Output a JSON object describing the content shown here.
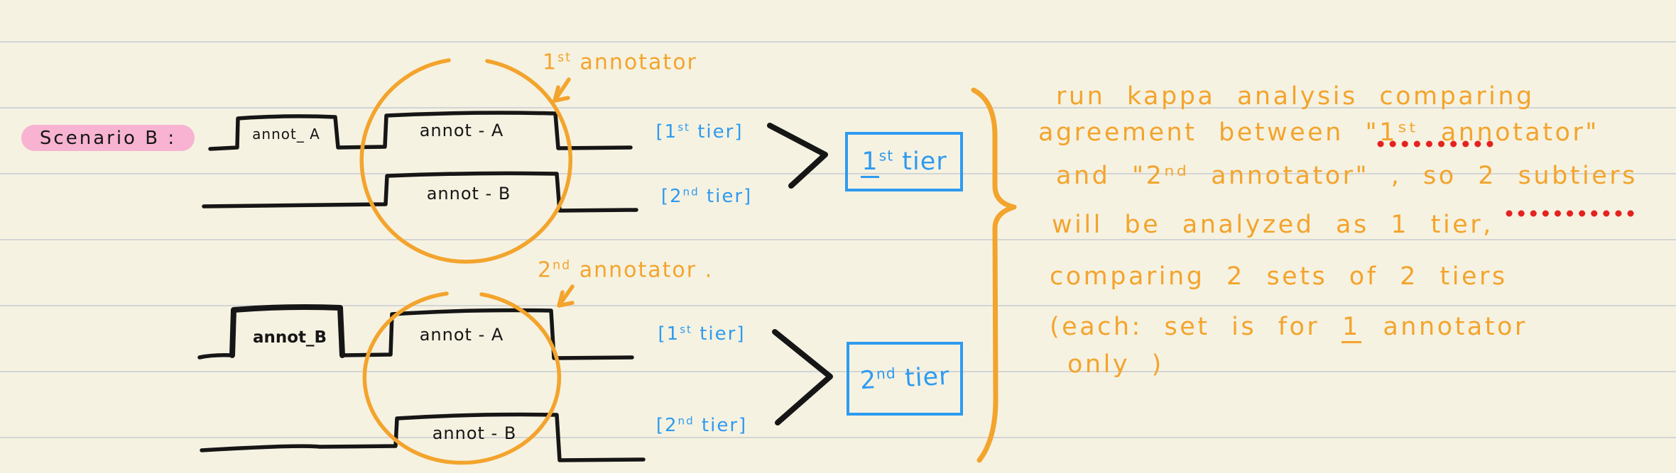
{
  "colors": {
    "background": "#f6f2e1",
    "rule_line": "#cdd0d3",
    "ink": "#161616",
    "orange": "#f3a42d",
    "blue": "#2e9bf0",
    "pink_highlight": "#f7b3d1",
    "red_dots": "#e42320"
  },
  "scenario": {
    "label": "Scenario B :"
  },
  "diagram": {
    "annotator_notes": [
      {
        "num": "1",
        "sup": "st",
        "word": " annotator"
      },
      {
        "num": "2",
        "sup": "nd",
        "word": " annotator ."
      }
    ],
    "pulse_labels": {
      "g1r1p1": "annot_ A",
      "g1r1p2": "annot - A",
      "g1r2": "annot - B",
      "g2r1p1": "annot_B",
      "g2r1p2": "annot - A",
      "g2r2": "annot - B"
    },
    "tier_tags": [
      {
        "pre": "[1",
        "sup": "st",
        "post": " tier]"
      },
      {
        "pre": "[2",
        "sup": "nd",
        "post": " tier]"
      }
    ],
    "result_boxes": [
      {
        "num": "1",
        "sup": "st",
        "word": " tier"
      },
      {
        "num": "2",
        "sup": "nd",
        "word": " tier"
      }
    ]
  },
  "note": {
    "lines": [
      "run kappa analysis comparing",
      "agreement between \"1ˢᵗ annotator\"",
      "and \"2ⁿᵈ annotator\" , so 2 subtiers",
      "will be analyzed as 1 tier,",
      "comparing 2 sets of 2 tiers",
      "only )"
    ],
    "each_line": {
      "pre": "(each: set is for ",
      "underlined": "1",
      "post": " annotator"
    }
  }
}
